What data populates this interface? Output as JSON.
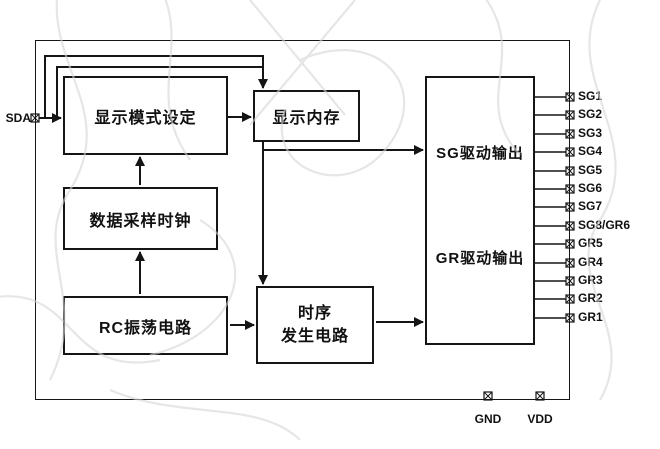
{
  "blocks": {
    "display_mode": "显示模式设定",
    "display_memory": "显示内存",
    "data_sampling_clock": "数据采样时钟",
    "rc_oscillator": "RC振荡电路",
    "timing_line1": "时序",
    "timing_line2": "发生电路",
    "sg_driver": "SG驱动输出",
    "gr_driver": "GR驱动输出"
  },
  "pins": {
    "sda": "SDA",
    "right": [
      "SG1",
      "SG2",
      "SG3",
      "SG4",
      "SG5",
      "SG6",
      "SG7",
      "SG8/GR6",
      "GR5",
      "GR4",
      "GR3",
      "GR2",
      "GR1"
    ],
    "gnd": "GND",
    "vdd": "VDD"
  },
  "colors": {
    "line": "#151515",
    "text": "#111111",
    "background": "#ffffff",
    "watermark": "#d6d6d6"
  }
}
